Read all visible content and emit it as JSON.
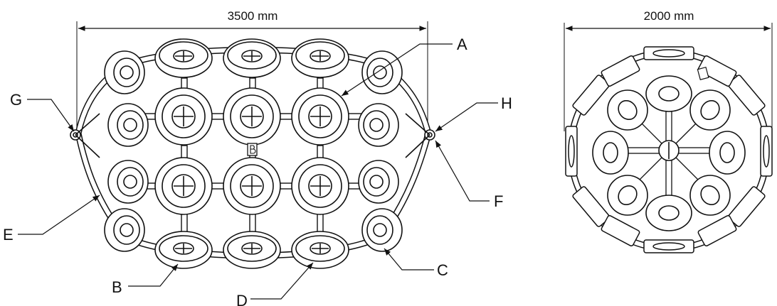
{
  "side_view": {
    "dimension": "3500 mm",
    "callouts": [
      {
        "key": "A",
        "text": "A"
      },
      {
        "key": "B",
        "text": "B"
      },
      {
        "key": "C",
        "text": "C"
      },
      {
        "key": "D",
        "text": "D"
      },
      {
        "key": "E",
        "text": "E"
      },
      {
        "key": "F",
        "text": "F"
      },
      {
        "key": "G",
        "text": "G"
      },
      {
        "key": "H",
        "text": "H"
      }
    ]
  },
  "end_view": {
    "dimension": "2000 mm"
  },
  "colors": {
    "line": "#111111",
    "fill": "#ffffff"
  }
}
